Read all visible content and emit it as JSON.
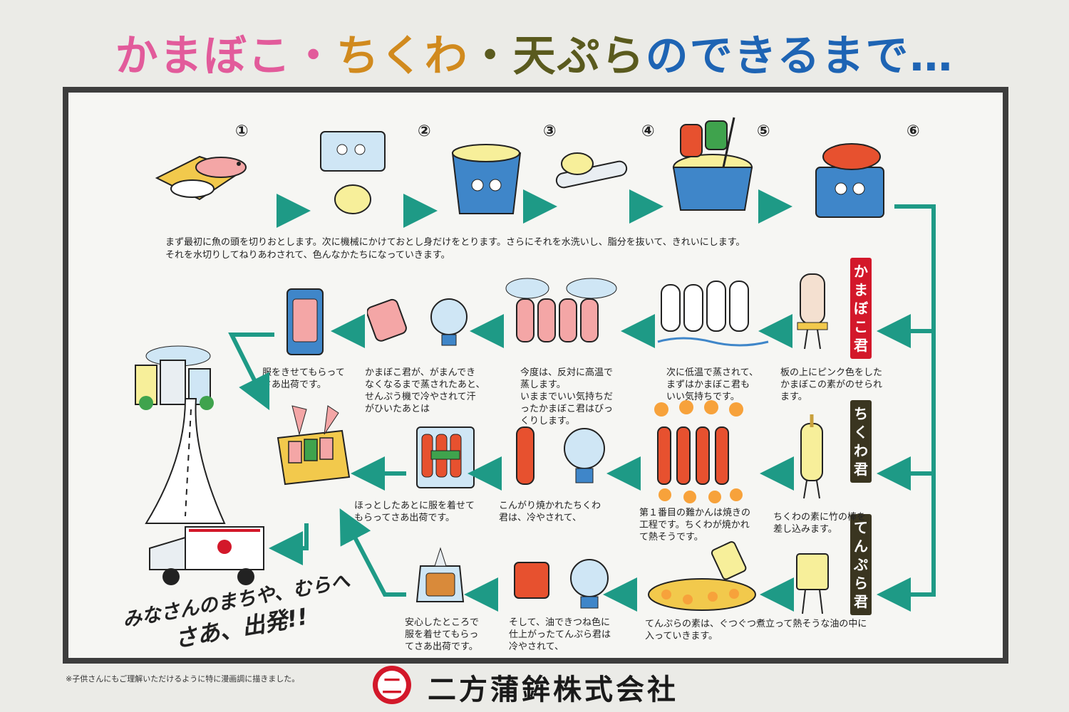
{
  "title": {
    "parts": [
      {
        "text": "かまぼこ",
        "color": "#e25b9b"
      },
      {
        "text": "・",
        "color": "#e25b9b"
      },
      {
        "text": "ちくわ",
        "color": "#d18a1e"
      },
      {
        "text": "・",
        "color": "#5a5a1e"
      },
      {
        "text": "天ぷら",
        "color": "#5a5a1e"
      },
      {
        "text": "のできるまで…",
        "color": "#1e64b4"
      }
    ]
  },
  "steps": {
    "nums": [
      "①",
      "②",
      "③",
      "④",
      "⑤",
      "⑥"
    ],
    "intro_line1": "まず最初に魚の頭を切りおとします。次に機械にかけておとし身だけをとります。さらにそれを水洗いし、脂分を抜いて、きれいにします。",
    "intro_line2": "それを水切りしてねりあわされて、色んなかたちになっていきます。"
  },
  "tags": {
    "kamaboko": "かまぼこ君",
    "chikuwa": "ちくわ君",
    "tempura": "てんぷら君"
  },
  "kamaboko_row": {
    "c1": [
      "服をきせてもらって",
      "さあ出荷です。"
    ],
    "c2": [
      "かまぼこ君が、がまんでき",
      "なくなるまで蒸されたあと、",
      "せんぷう機で冷やされて汗",
      "がひいたあとは"
    ],
    "c3": [
      "今度は、反対に高温で",
      "蒸します。",
      "いままでいい気持ちだ",
      "ったかまぼこ君はびっ",
      "くりします。"
    ],
    "c4": [
      "次に低温で蒸されて、",
      "まずはかまぼこ君も",
      "いい気持ちです。"
    ],
    "c5": [
      "板の上にピンク色をした",
      "かまぼこの素がのせられ",
      "ます。"
    ]
  },
  "chikuwa_row": {
    "c1": [
      "ほっとしたあとに服を着せて",
      "もらってさあ出荷です。"
    ],
    "c2": [
      "こんがり焼かれたちくわ",
      "君は、冷やされて、"
    ],
    "c3": [
      "第１番目の難かんは焼きの",
      "工程です。ちくわが焼かれ",
      "て熱そうです。"
    ],
    "c4": [
      "ちくわの素に竹の棒を",
      "差し込みます。"
    ]
  },
  "tempura_row": {
    "c1": [
      "安心したところで",
      "服を着せてもらっ",
      "てさあ出荷です。"
    ],
    "c2": [
      "そして、油できつね色に",
      "仕上がったてんぷら君は",
      "冷やされて、"
    ],
    "c3": [
      "てんぷらの素は、ぐつぐつ煮立って熱そうな油の中に",
      "入っていきます。"
    ]
  },
  "slogan": [
    "みなさんのまちや、むらへ",
    "さあ、出発!!"
  ],
  "footnote": "※子供さんにもご理解いただけるように特に漫画調に描きました。",
  "company": {
    "logo_char": "二",
    "name": "二方蒲鉾株式会社"
  },
  "colors": {
    "arrow": "#1e9a86",
    "tag_kamaboko": "#d3182a",
    "tag_dark": "#3a3520"
  }
}
